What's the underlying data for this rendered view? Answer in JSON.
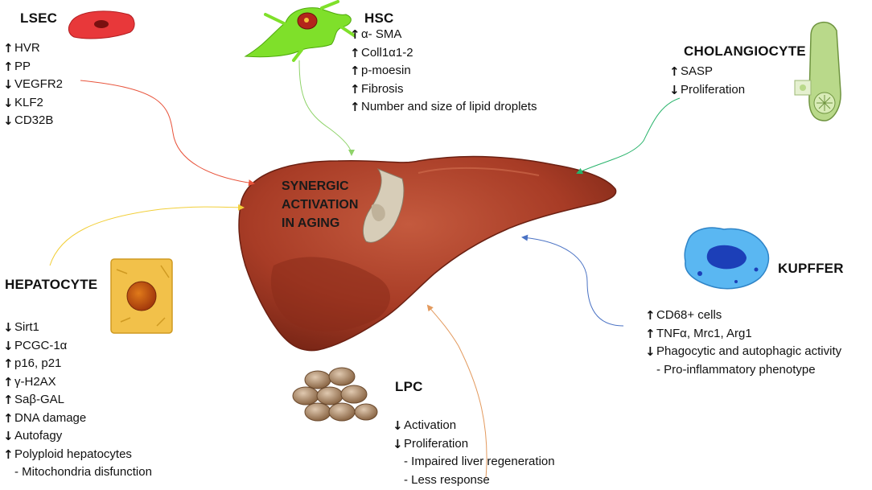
{
  "center": {
    "lines": [
      "SYNERGIC",
      "ACTIVATION",
      "IN AGING"
    ]
  },
  "lsec": {
    "title": "LSEC",
    "items": [
      {
        "dir": "up",
        "text": "HVR"
      },
      {
        "dir": "up",
        "text": "PP"
      },
      {
        "dir": "down",
        "text": "VEGFR2"
      },
      {
        "dir": "down",
        "text": "KLF2"
      },
      {
        "dir": "down",
        "text": "CD32B"
      }
    ]
  },
  "hsc": {
    "title": "HSC",
    "items": [
      {
        "dir": "up",
        "text": "α- SMA"
      },
      {
        "dir": "up",
        "text": "Coll1α1-2"
      },
      {
        "dir": "up",
        "text": "p-moesin"
      },
      {
        "dir": "up",
        "text": "Fibrosis"
      },
      {
        "dir": "up",
        "text": "Number and size of lipid droplets"
      }
    ]
  },
  "cholangiocyte": {
    "title": "CHOLANGIOCYTE",
    "items": [
      {
        "dir": "up",
        "text": "SASP"
      },
      {
        "dir": "down",
        "text": "Proliferation"
      }
    ]
  },
  "kupffer": {
    "title": "KUPFFER",
    "items": [
      {
        "dir": "up",
        "text": "CD68+ cells"
      },
      {
        "dir": "up",
        "text": "TNFα, Mrc1, Arg1"
      },
      {
        "dir": "down",
        "text": "Phagocytic and autophagic activity"
      },
      {
        "dir": "none",
        "text": "- Pro-inflammatory phenotype"
      }
    ]
  },
  "lpc": {
    "title": "LPC",
    "items": [
      {
        "dir": "down",
        "text": "Activation"
      },
      {
        "dir": "down",
        "text": "Proliferation"
      },
      {
        "dir": "none",
        "text": "- Impaired liver regeneration"
      },
      {
        "dir": "none",
        "text": "- Less response"
      }
    ]
  },
  "hepatocyte": {
    "title": "HEPATOCYTE",
    "items": [
      {
        "dir": "down",
        "text": "Sirt1"
      },
      {
        "dir": "down",
        "text": "PCGC-1α"
      },
      {
        "dir": "up",
        "text": "p16, p21"
      },
      {
        "dir": "up",
        "text": "γ-H2AX"
      },
      {
        "dir": "up",
        "text": "Saβ-GAL"
      },
      {
        "dir": "up",
        "text": "DNA damage"
      },
      {
        "dir": "down",
        "text": "Autofagy"
      },
      {
        "dir": "up",
        "text": "Polyploid hepatocytes"
      },
      {
        "dir": "none",
        "text": "- Mitochondria disfunction"
      }
    ]
  },
  "colors": {
    "lsec_arrow": "#e8543c",
    "hsc_arrow": "#8fd36a",
    "cholangiocyte_arrow": "#27b36a",
    "kupffer_arrow": "#4a72c4",
    "lpc_arrow": "#e39a5e",
    "hepatocyte_arrow": "#f2cf3a",
    "liver": "#b5452c"
  }
}
